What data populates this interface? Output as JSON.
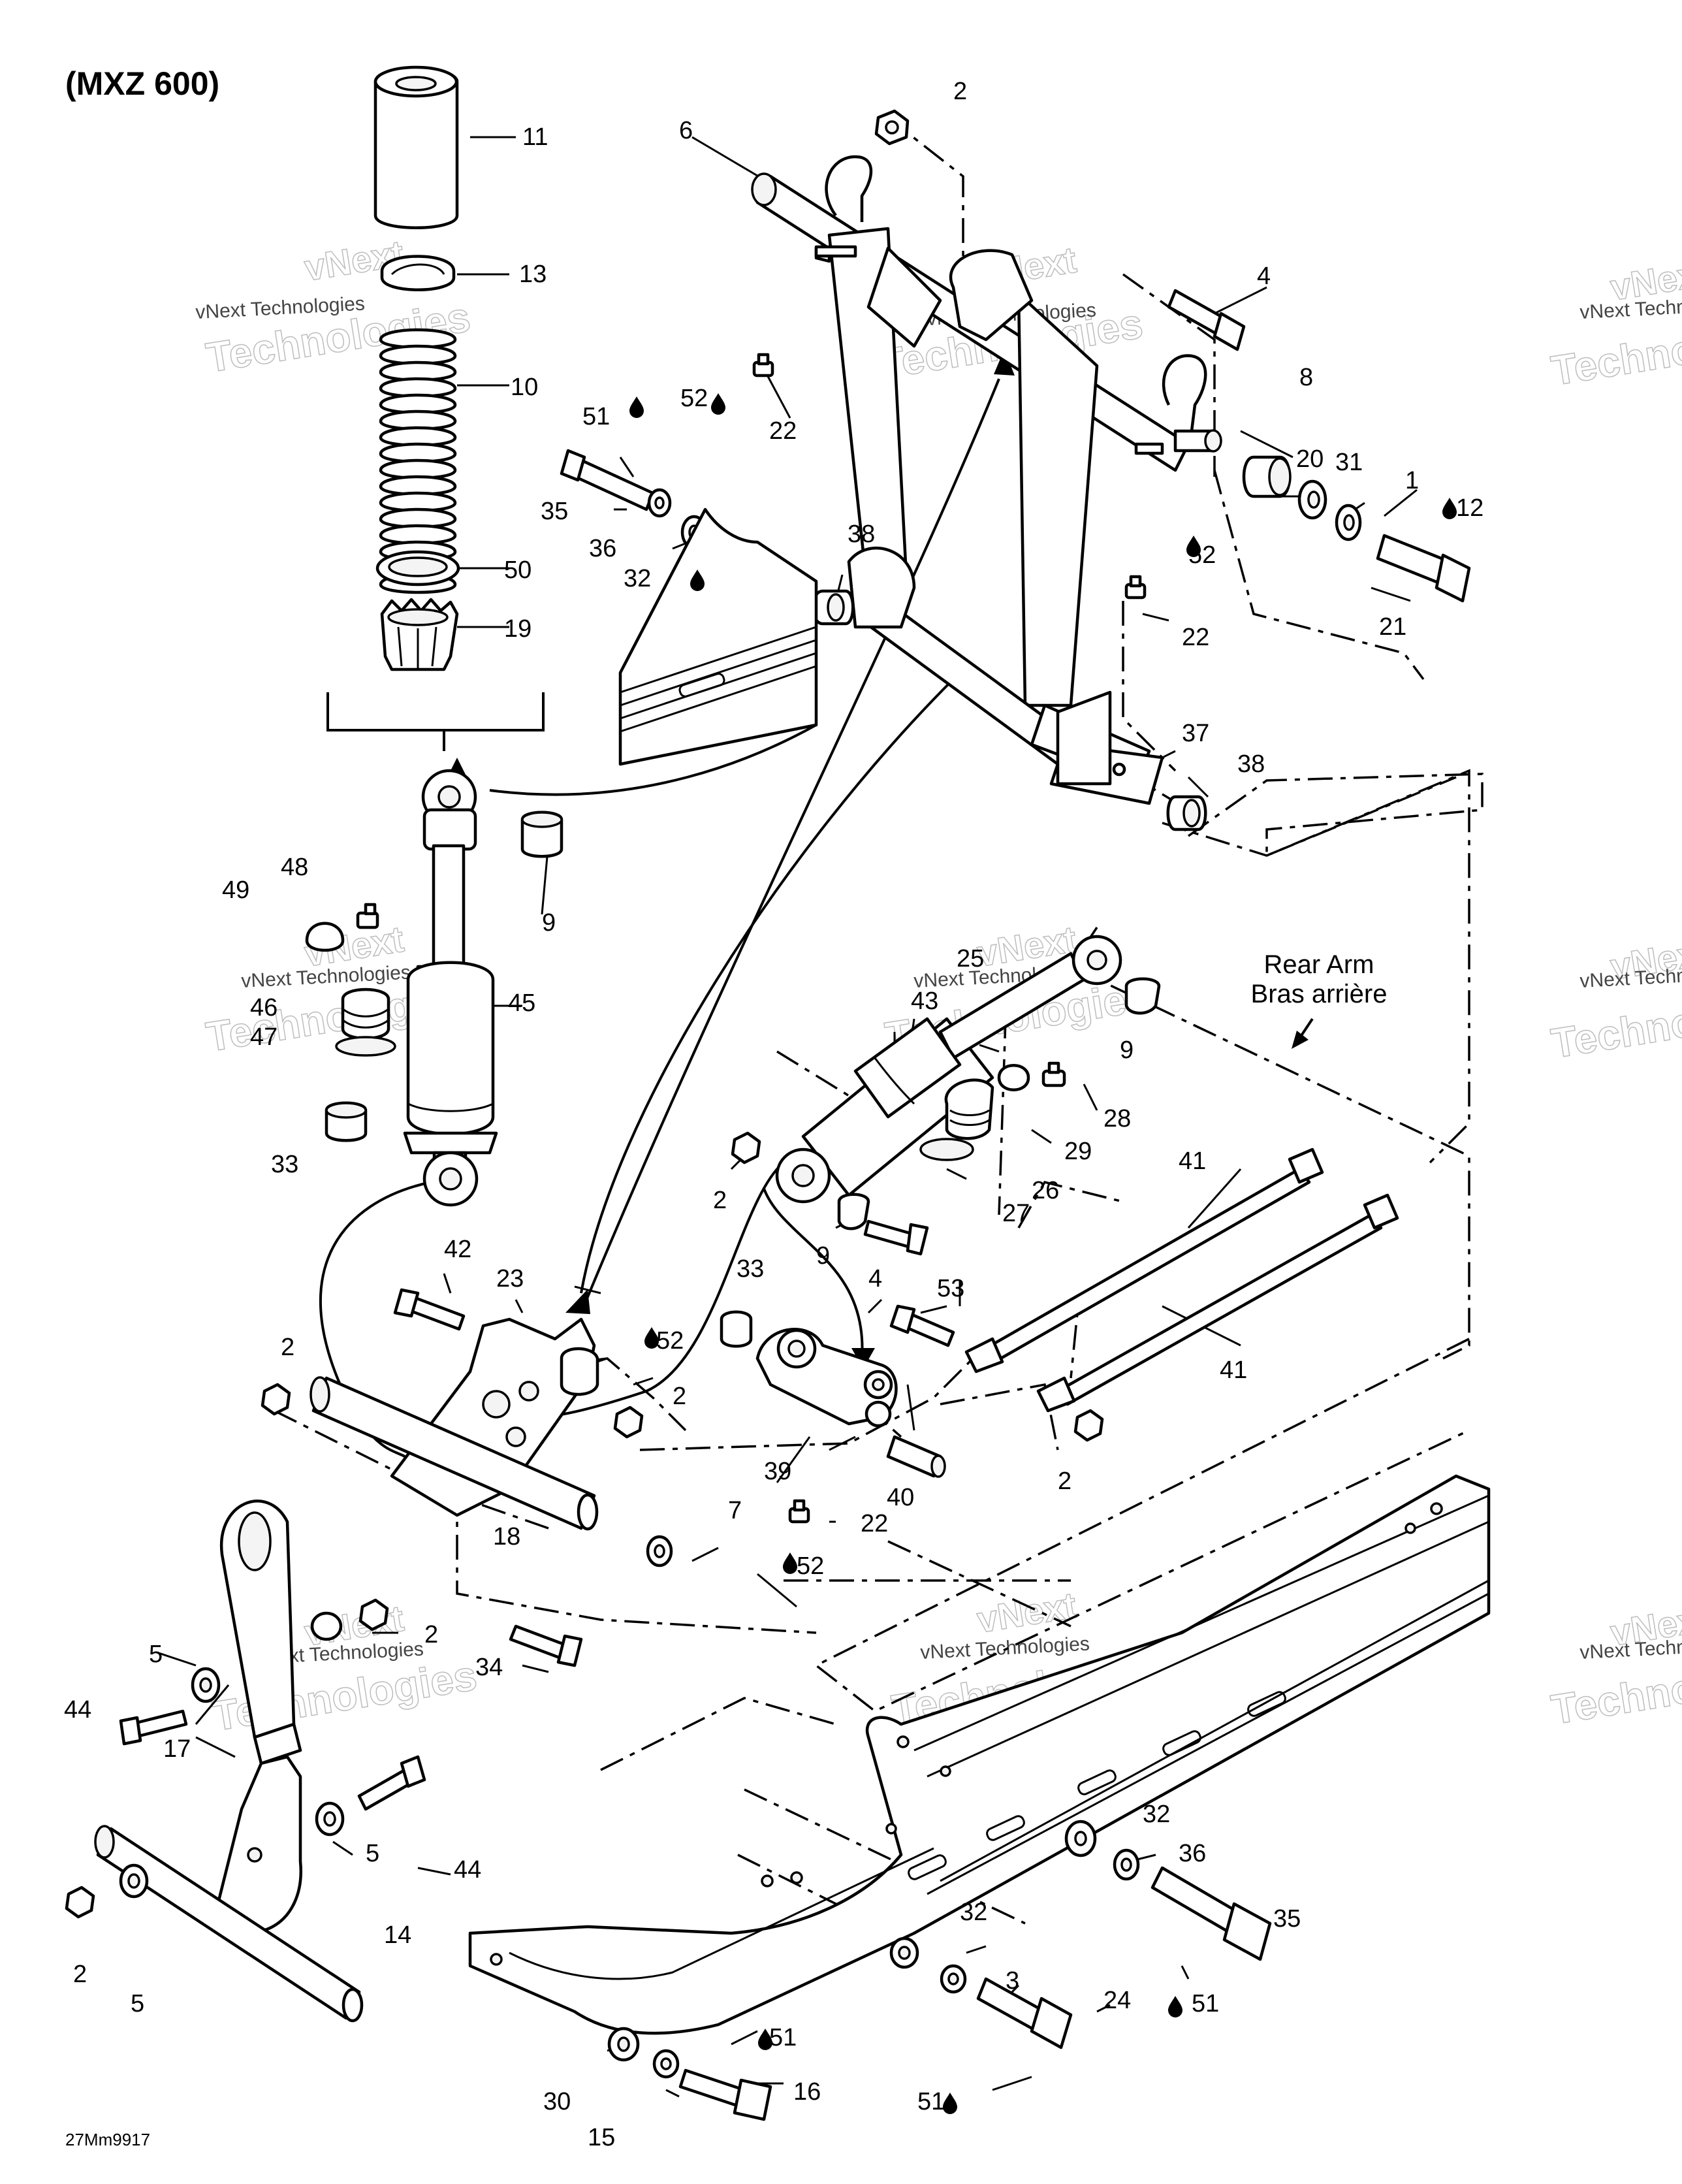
{
  "title": "(MXZ 600)",
  "figure_code": "27Mm9917",
  "watermark": {
    "line1": "vNext",
    "line2": "Technologies",
    "small": "vNext Technologies"
  },
  "rear_arm": {
    "en": "Rear Arm",
    "fr": "Bras arrière"
  },
  "callouts": [
    {
      "n": "11"
    },
    {
      "n": "13"
    },
    {
      "n": "10"
    },
    {
      "n": "50"
    },
    {
      "n": "19"
    },
    {
      "n": "9"
    },
    {
      "n": "48"
    },
    {
      "n": "49"
    },
    {
      "n": "45"
    },
    {
      "n": "46"
    },
    {
      "n": "47"
    },
    {
      "n": "33"
    },
    {
      "n": "6"
    },
    {
      "n": "2"
    },
    {
      "n": "4"
    },
    {
      "n": "8"
    },
    {
      "n": "20"
    },
    {
      "n": "31"
    },
    {
      "n": "1"
    },
    {
      "n": "12"
    },
    {
      "n": "52"
    },
    {
      "n": "22"
    },
    {
      "n": "51"
    },
    {
      "n": "35"
    },
    {
      "n": "36"
    },
    {
      "n": "32"
    },
    {
      "n": "38"
    },
    {
      "n": "52"
    },
    {
      "n": "22"
    },
    {
      "n": "21"
    },
    {
      "n": "37"
    },
    {
      "n": "38"
    },
    {
      "n": "25"
    },
    {
      "n": "43"
    },
    {
      "n": "9"
    },
    {
      "n": "28"
    },
    {
      "n": "29"
    },
    {
      "n": "26"
    },
    {
      "n": "27"
    },
    {
      "n": "2"
    },
    {
      "n": "9"
    },
    {
      "n": "4"
    },
    {
      "n": "41"
    },
    {
      "n": "41"
    },
    {
      "n": "53"
    },
    {
      "n": "2"
    },
    {
      "n": "42"
    },
    {
      "n": "23"
    },
    {
      "n": "52"
    },
    {
      "n": "2"
    },
    {
      "n": "2"
    },
    {
      "n": "33"
    },
    {
      "n": "39"
    },
    {
      "n": "40"
    },
    {
      "n": "22"
    },
    {
      "n": "52"
    },
    {
      "n": "18"
    },
    {
      "n": "7"
    },
    {
      "n": "34"
    },
    {
      "n": "2"
    },
    {
      "n": "5"
    },
    {
      "n": "44"
    },
    {
      "n": "17"
    },
    {
      "n": "44"
    },
    {
      "n": "5"
    },
    {
      "n": "14"
    },
    {
      "n": "2"
    },
    {
      "n": "5"
    },
    {
      "n": "32"
    },
    {
      "n": "36"
    },
    {
      "n": "35"
    },
    {
      "n": "32"
    },
    {
      "n": "3"
    },
    {
      "n": "24"
    },
    {
      "n": "51"
    },
    {
      "n": "30"
    },
    {
      "n": "51"
    },
    {
      "n": "15"
    },
    {
      "n": "16"
    },
    {
      "n": "51"
    }
  ]
}
